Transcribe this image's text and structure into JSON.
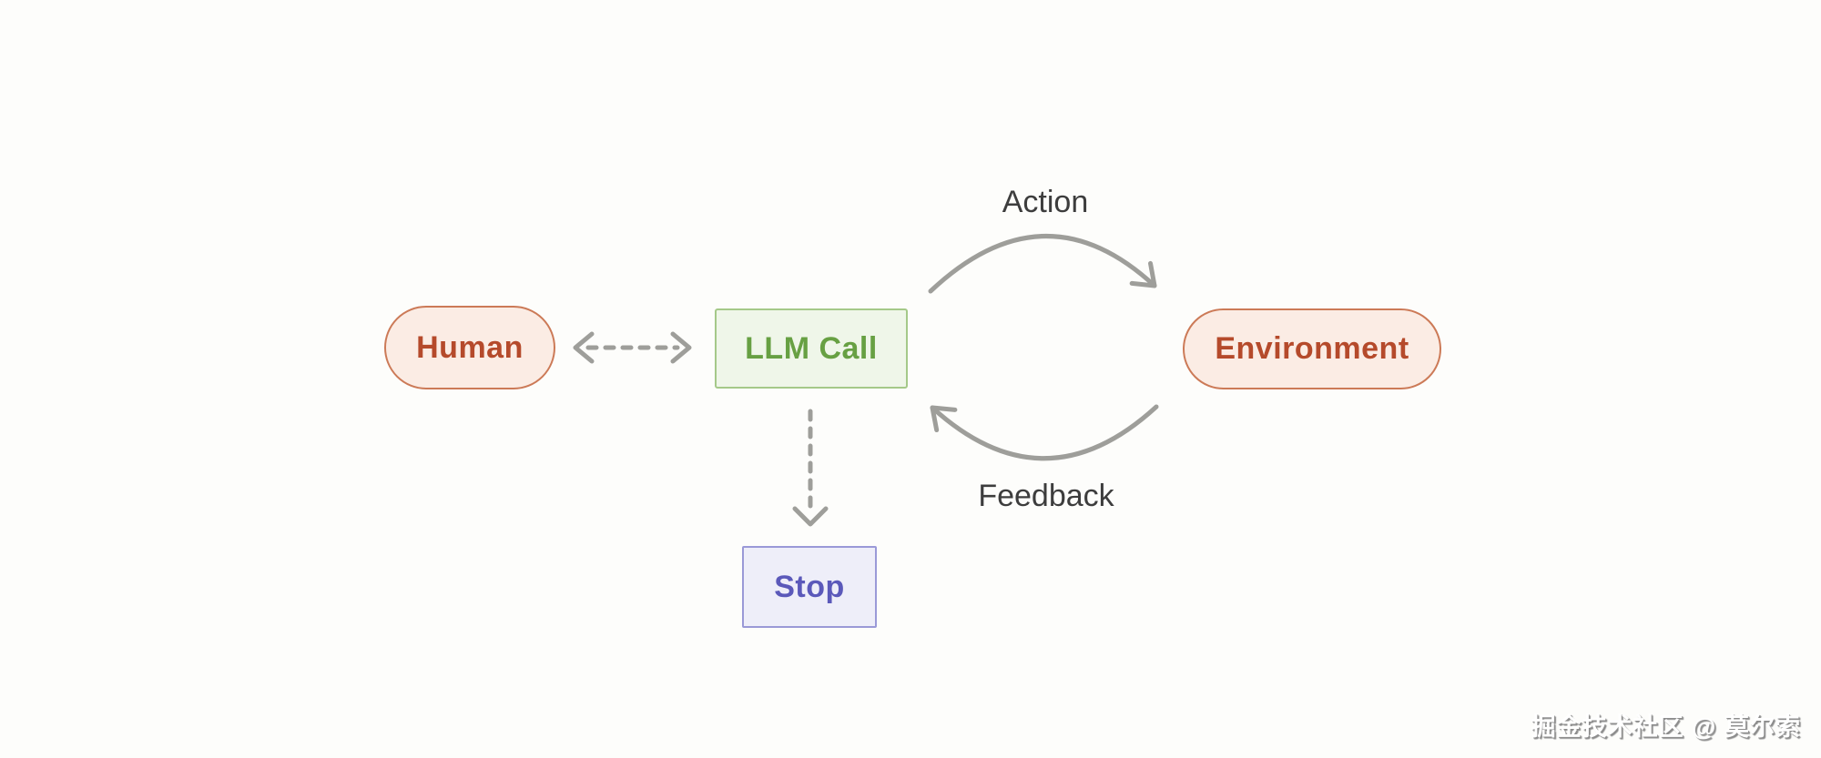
{
  "diagram": {
    "title_hint": "LLM agent loop diagram",
    "nodes": {
      "human": {
        "label": "Human",
        "shape": "pill",
        "fill": "#fbece4",
        "border": "#cc7a57",
        "text_color": "#b54a2b"
      },
      "llm_call": {
        "label": "LLM Call",
        "shape": "rect",
        "fill": "#eff6e9",
        "border": "#a5c989",
        "text_color": "#67a043"
      },
      "environment": {
        "label": "Environment",
        "shape": "pill",
        "fill": "#fbece4",
        "border": "#cc7a57",
        "text_color": "#b54a2b"
      },
      "stop": {
        "label": "Stop",
        "shape": "rect",
        "fill": "#eeeef9",
        "border": "#9a99d7",
        "text_color": "#5b59ba"
      }
    },
    "edges": {
      "human_llm": {
        "type": "dashed-double-arrow",
        "from": "human",
        "to": "llm_call"
      },
      "llm_stop": {
        "type": "dashed-arrow",
        "from": "llm_call",
        "to": "stop"
      },
      "action": {
        "type": "curved-arrow",
        "from": "llm_call",
        "to": "environment",
        "label": "Action"
      },
      "feedback": {
        "type": "curved-arrow",
        "from": "environment",
        "to": "llm_call",
        "label": "Feedback"
      },
      "arrow_color": "#9e9e9a",
      "label_color": "#3d3d3d"
    }
  },
  "watermark": {
    "text": "掘金技术社区 @ 莫尔索"
  }
}
